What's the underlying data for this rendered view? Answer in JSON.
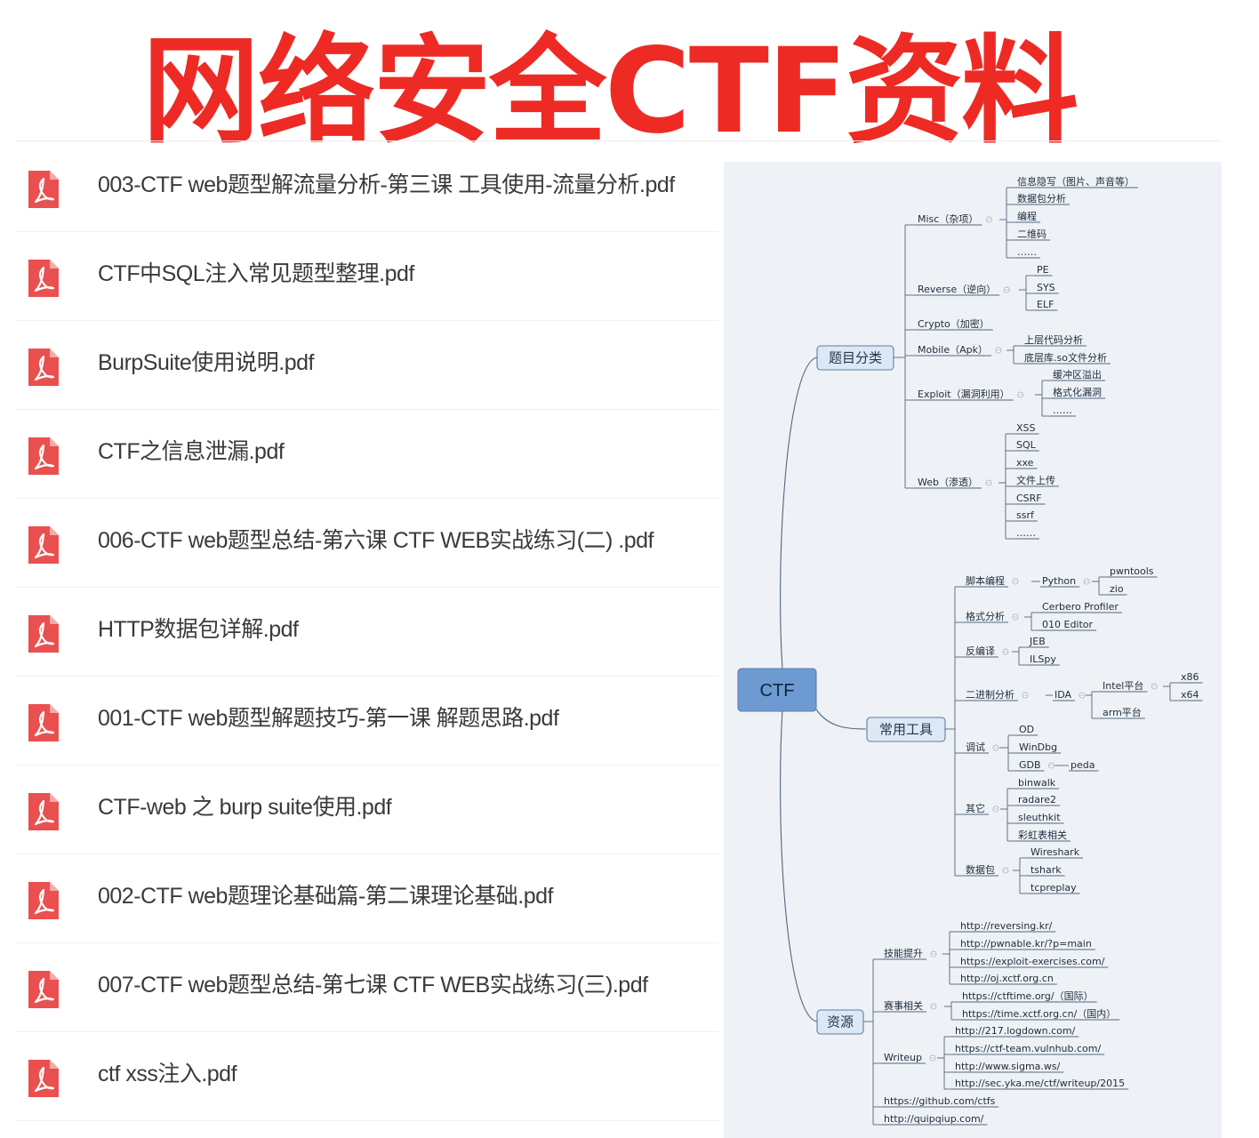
{
  "title": "网络安全CTF资料",
  "files": [
    "003-CTF web题型解流量分析-第三课 工具使用-流量分析.pdf",
    "CTF中SQL注入常见题型整理.pdf",
    "BurpSuite使用说明.pdf",
    "CTF之信息泄漏.pdf",
    "006-CTF web题型总结-第六课 CTF WEB实战练习(二) .pdf",
    "HTTP数据包详解.pdf",
    "001-CTF web题型解题技巧-第一课 解题思路.pdf",
    "CTF-web 之 burp suite使用.pdf",
    "002-CTF web题理论基础篇-第二课理论基础.pdf",
    "007-CTF web题型总结-第七课 CTF WEB实战练习(三).pdf",
    "ctf xss注入.pdf"
  ],
  "icons": {
    "file": "pdf-icon"
  },
  "colors": {
    "title": "#ee2a24",
    "pdf_icon": "#e9504f",
    "mindmap_bg": "#eef2f7",
    "root_fill": "#6d9bd1",
    "branch_fill": "#dce8f6"
  },
  "mindmap": {
    "root": "CTF",
    "branches": [
      {
        "label": "题目分类",
        "children": [
          {
            "label": "Misc（杂项）",
            "children": [
              "信息隐写（图片、声音等）",
              "数据包分析",
              "编程",
              "二维码",
              "……"
            ]
          },
          {
            "label": "Reverse（逆向）",
            "children": [
              "PE",
              "SYS",
              "ELF"
            ]
          },
          {
            "label": "Crypto（加密）",
            "children": []
          },
          {
            "label": "Mobile（Apk）",
            "children": [
              "上层代码分析",
              "底层库.so文件分析"
            ]
          },
          {
            "label": "Exploit（漏洞利用）",
            "children": [
              "缓冲区溢出",
              "格式化漏洞",
              "……"
            ]
          },
          {
            "label": "Web（渗透）",
            "children": [
              "XSS",
              "SQL",
              "xxe",
              "文件上传",
              "CSRF",
              "ssrf",
              "……"
            ]
          }
        ]
      },
      {
        "label": "常用工具",
        "children": [
          {
            "label": "脚本编程",
            "children": [
              {
                "label": "Python",
                "children": [
                  "pwntools",
                  "zio"
                ]
              }
            ]
          },
          {
            "label": "格式分析",
            "children": [
              "Cerbero Profiler",
              "010 Editor"
            ]
          },
          {
            "label": "反编译",
            "children": [
              "JEB",
              "ILSpy"
            ]
          },
          {
            "label": "二进制分析",
            "children": [
              {
                "label": "IDA",
                "children": [
                  {
                    "label": "Intel平台",
                    "children": [
                      "x86",
                      "x64"
                    ]
                  },
                  {
                    "label": "arm平台",
                    "children": []
                  }
                ]
              }
            ]
          },
          {
            "label": "调试",
            "children": [
              "OD",
              "WinDbg",
              {
                "label": "GDB",
                "children": [
                  "peda"
                ]
              }
            ]
          },
          {
            "label": "其它",
            "children": [
              "binwalk",
              "radare2",
              "sleuthkit",
              "彩虹表相关"
            ]
          },
          {
            "label": "数据包",
            "children": [
              "Wireshark",
              "tshark",
              "tcpreplay"
            ]
          }
        ]
      },
      {
        "label": "资源",
        "children": [
          {
            "label": "技能提升",
            "children": [
              "http://reversing.kr/",
              "http://pwnable.kr/?p=main",
              "https://exploit-exercises.com/",
              "http://oj.xctf.org.cn"
            ]
          },
          {
            "label": "赛事相关",
            "children": [
              "https://ctftime.org/（国际）",
              "https://time.xctf.org.cn/（国内）"
            ]
          },
          {
            "label": "Writeup",
            "children": [
              "http://217.logdown.com/",
              "https://ctf-team.vulnhub.com/",
              "http://www.sigma.ws/",
              "http://sec.yka.me/ctf/writeup/2015"
            ]
          },
          {
            "label": "https://github.com/ctfs",
            "children": []
          },
          {
            "label": "http://quipqiup.com/",
            "children": []
          }
        ]
      }
    ]
  }
}
